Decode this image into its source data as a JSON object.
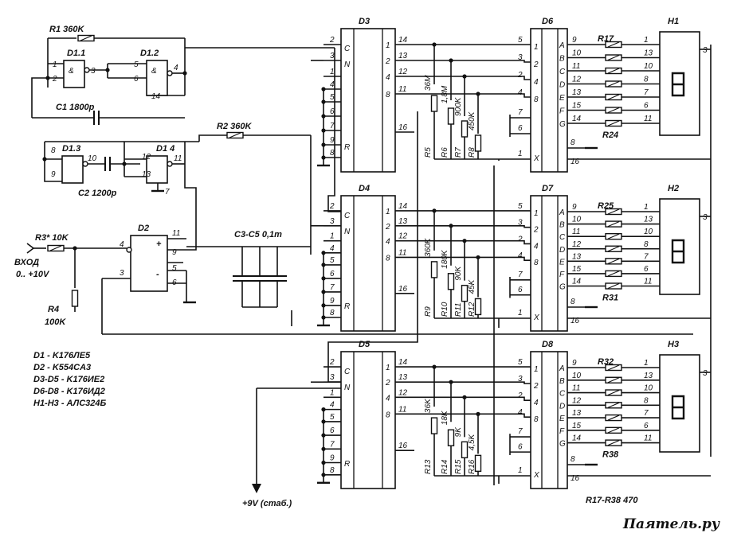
{
  "resistors_top": {
    "r1": "R1 360K",
    "r2": "R2 360K",
    "r3": "R3* 10K",
    "r4": "R4",
    "r4_val": "100K"
  },
  "caps": {
    "c1": "C1 1800p",
    "c2": "C2 1200p",
    "c3c5": "C3-C5 0,1m"
  },
  "gates": {
    "d11": "D1.1",
    "d12": "D1.2",
    "d13": "D1.3",
    "d14": "D1 4",
    "d2": "D2"
  },
  "input": {
    "label": "ВХОД",
    "range": "0.. +10V"
  },
  "supply": "+9V (стаб.)",
  "counters": [
    "D3",
    "D4",
    "D5"
  ],
  "decoders": [
    "D6",
    "D7",
    "D8"
  ],
  "displays": [
    "H1",
    "H2",
    "H3"
  ],
  "decoder_out_letters": [
    "A",
    "B",
    "C",
    "D",
    "E",
    "F",
    "G"
  ],
  "decoder_out_pins": [
    "9",
    "10",
    "11",
    "12",
    "13",
    "15",
    "14"
  ],
  "display_pins": [
    "1",
    "13",
    "10",
    "8",
    "7",
    "6",
    "11"
  ],
  "counter_in_pins": [
    "2",
    "3",
    "1",
    "4",
    "5",
    "6",
    "7",
    "9",
    "8"
  ],
  "counter_out_pins": [
    "14",
    "13",
    "12",
    "11",
    "16"
  ],
  "counter_out_bits": [
    "1",
    "2",
    "4",
    "8"
  ],
  "decoder_in_pins": [
    "5",
    "3",
    "2",
    "4",
    "7",
    "6",
    "1",
    "8",
    "16"
  ],
  "decoder_in_bits": [
    "1",
    "2",
    "4",
    "8"
  ],
  "seg_resistor_labels": [
    {
      "first": "R17",
      "last": "R24"
    },
    {
      "first": "R25",
      "last": "R31"
    },
    {
      "first": "R32",
      "last": "R38"
    }
  ],
  "divider_labels": [
    {
      "values": [
        "36M",
        "1,8M",
        "900K",
        "450K"
      ],
      "names": [
        "R5",
        "R6",
        "R7",
        "R8"
      ]
    },
    {
      "values": [
        "360K",
        "180K",
        "90K",
        "45K"
      ],
      "names": [
        "R9",
        "R10",
        "R11",
        "R12"
      ]
    },
    {
      "values": [
        "36K",
        "18K",
        "9K",
        "4,5K"
      ],
      "names": [
        "R13",
        "R14",
        "R15",
        "R16"
      ]
    }
  ],
  "seg_res_value": "R17-R38  470",
  "legend": [
    "D1 - K176ЛЕ5",
    "D2 - K554CA3",
    "D3-D5 - K176ИЕ2",
    "D6-D8 - K176ИД2",
    "H1-H3 - АЛС324Б"
  ],
  "watermark": "Паяmeль.ру"
}
